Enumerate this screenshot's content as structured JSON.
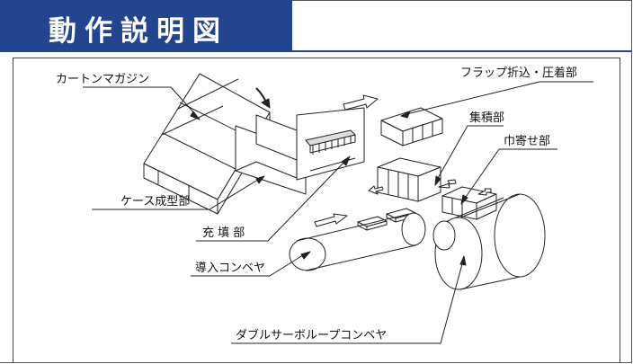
{
  "title": "動作説明図",
  "labels": {
    "carton_magazine": "カートンマガジン",
    "flap_folding": "フラップ折込・圧着部",
    "stacking": "集積部",
    "width_adjust": "巾寄せ部",
    "case_forming": "ケース成型部",
    "filling": "充 填 部",
    "infeed_conveyor": "導入コンベヤ",
    "double_servo_loop_conveyor": "ダブルサーボループコンベヤ"
  },
  "colors": {
    "title_bg": "#23458f",
    "title_text": "#ffffff",
    "line": "#222222",
    "arrow_fill": "#ffffff"
  }
}
